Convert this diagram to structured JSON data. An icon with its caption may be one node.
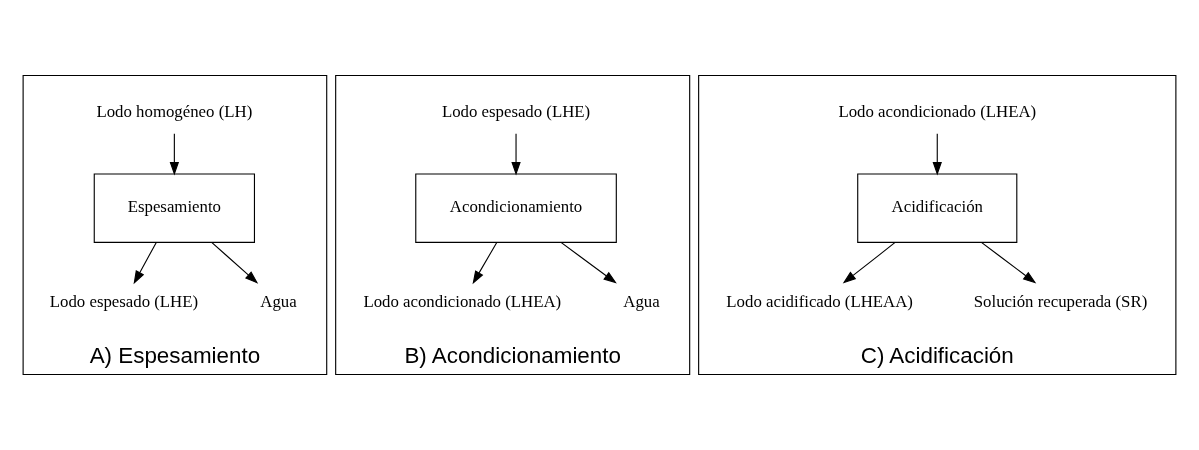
{
  "diagram": {
    "nodes": [
      {
        "text": [
          "A) Espesamiento"
        ]
      },
      {
        "text": [
          "Lodo homogéneo (LH)"
        ],
        "in": 0
      },
      {
        "text": [
          "Espesamiento"
        ],
        "in": 0
      },
      {
        "text": [
          "Lodo espesado (LHE)"
        ],
        "in": 0
      },
      {
        "text": [
          "Agua"
        ],
        "in": 0
      },
      {
        "text": [
          "B) Acondicionamiento"
        ]
      },
      {
        "text": [
          "Lodo espesado (LHE)"
        ],
        "in": 5
      },
      {
        "text": [
          "Acondicionamiento"
        ],
        "in": 5
      },
      {
        "text": [
          "Lodo acondicionado (LHEA)"
        ],
        "in": 5
      },
      {
        "text": [
          "Agua"
        ],
        "in": 5
      },
      {
        "text": [
          "C) Acidificación"
        ]
      },
      {
        "text": [
          "Lodo acondicionado (LHEA)"
        ],
        "in": 10
      },
      {
        "text": [
          "Acidificación"
        ],
        "in": 10
      },
      {
        "text": [
          "Lodo acidificado (LHEAA)"
        ],
        "in": 10
      },
      {
        "text": [
          "Solución recuperada (SR)"
        ],
        "in": 10
      }
    ],
    "edges": [
      {
        "from": 1,
        "to": 2,
        "arrow": "to"
      },
      {
        "from": 2,
        "to": 3,
        "arrow": "to"
      },
      {
        "from": 2,
        "to": 4,
        "arrow": "to"
      },
      {
        "from": 6,
        "to": 7,
        "arrow": "to"
      },
      {
        "from": 7,
        "to": 8,
        "arrow": "to"
      },
      {
        "from": 7,
        "to": 9,
        "arrow": "to"
      },
      {
        "from": 11,
        "to": 12,
        "arrow": "to"
      },
      {
        "from": 12,
        "to": 13,
        "arrow": "to"
      },
      {
        "from": 12,
        "to": 14,
        "arrow": "to"
      }
    ]
  }
}
